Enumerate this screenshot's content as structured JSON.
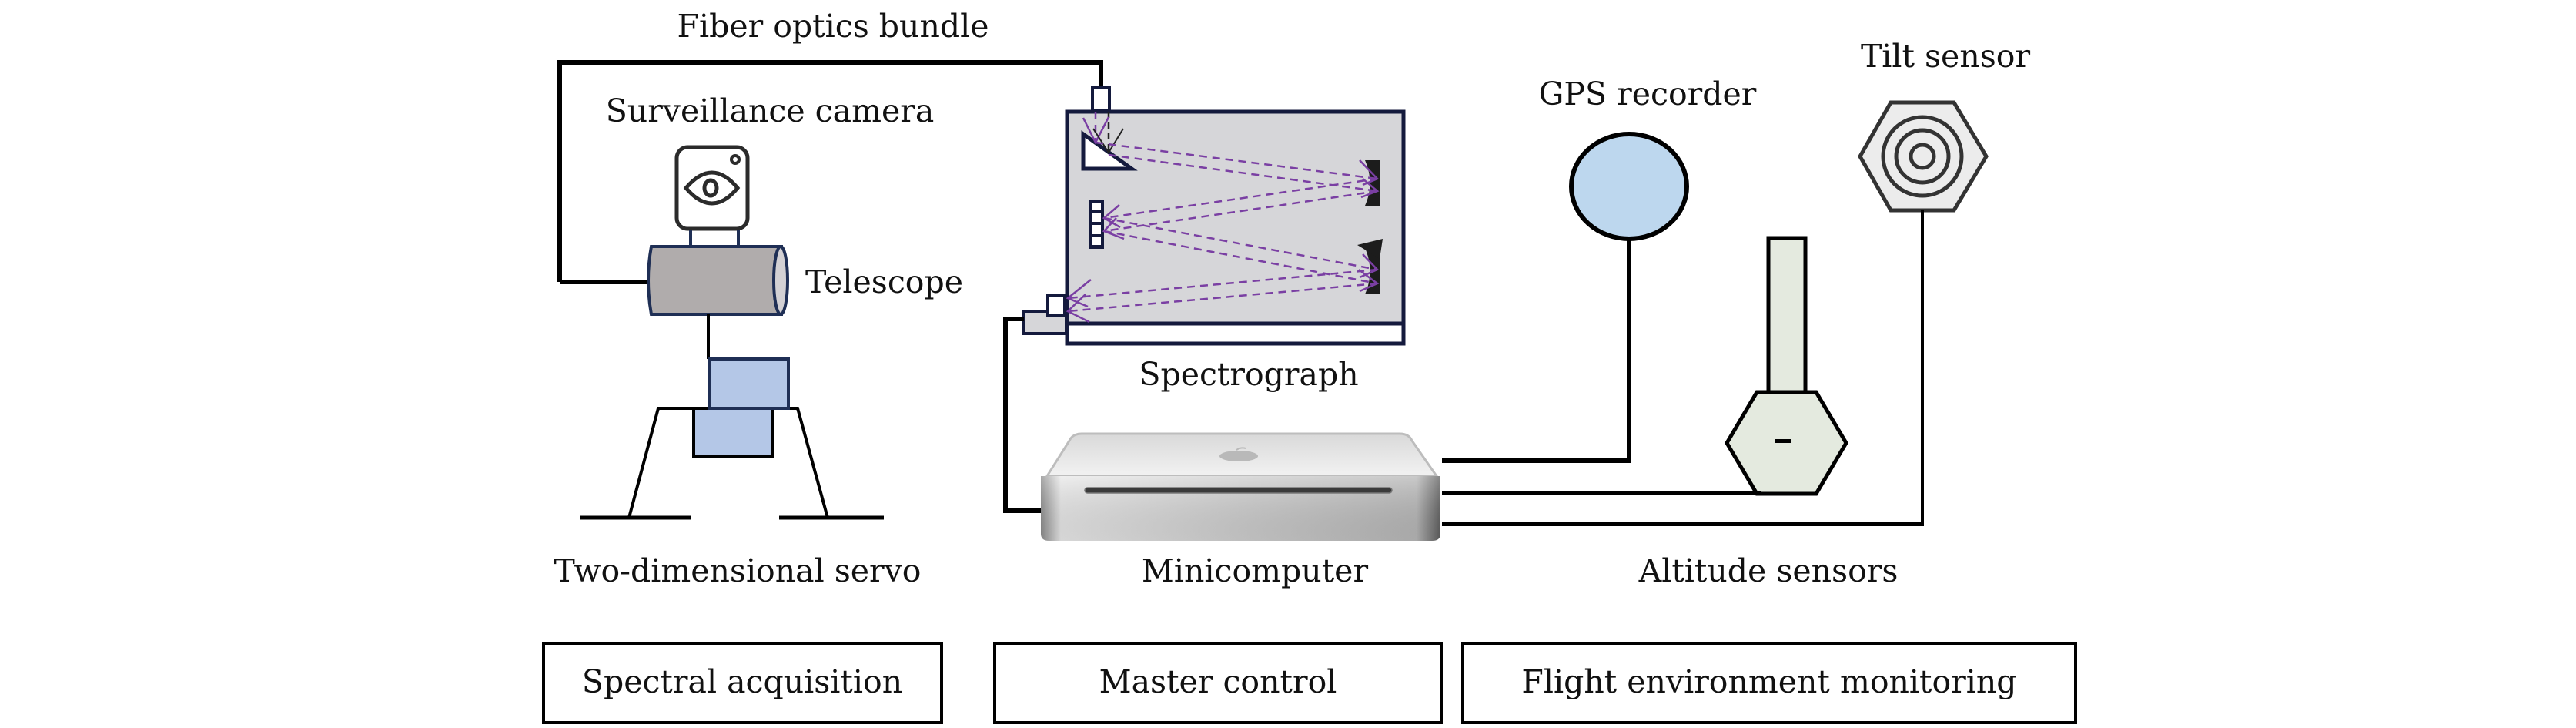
{
  "diagram": {
    "components": {
      "fiber": "Fiber optics bundle",
      "camera": "Surveillance camera",
      "telescope": "Telescope",
      "servo": "Two-dimensional servo",
      "spectrograph": "Spectrograph",
      "minicomputer": "Minicomputer",
      "gps": "GPS recorder",
      "tilt": "Tilt sensor",
      "altitude": "Altitude sensors"
    },
    "groups": [
      {
        "label": "Spectral acquisition"
      },
      {
        "label": "Master control"
      },
      {
        "label": "Flight environment monitoring"
      }
    ],
    "colors": {
      "telescope_body": "#b0acac",
      "servo_blocks": "#b4c7e7",
      "spectrograph_fill": "#d6d6d9",
      "spectrograph_border": "#141a3d",
      "light_rays": "#7a3fa3",
      "gps_fill": "#bdd7ee",
      "altitude_fill": "#e4eadf",
      "tilt_fill": "#ececec"
    },
    "icons": {
      "camera": "surveillance-camera-eye",
      "minicomputer": "mac-mini",
      "gps": "ellipse",
      "tilt": "hexagon-concentric-rings",
      "altitude": "bottle-hexagon"
    }
  }
}
